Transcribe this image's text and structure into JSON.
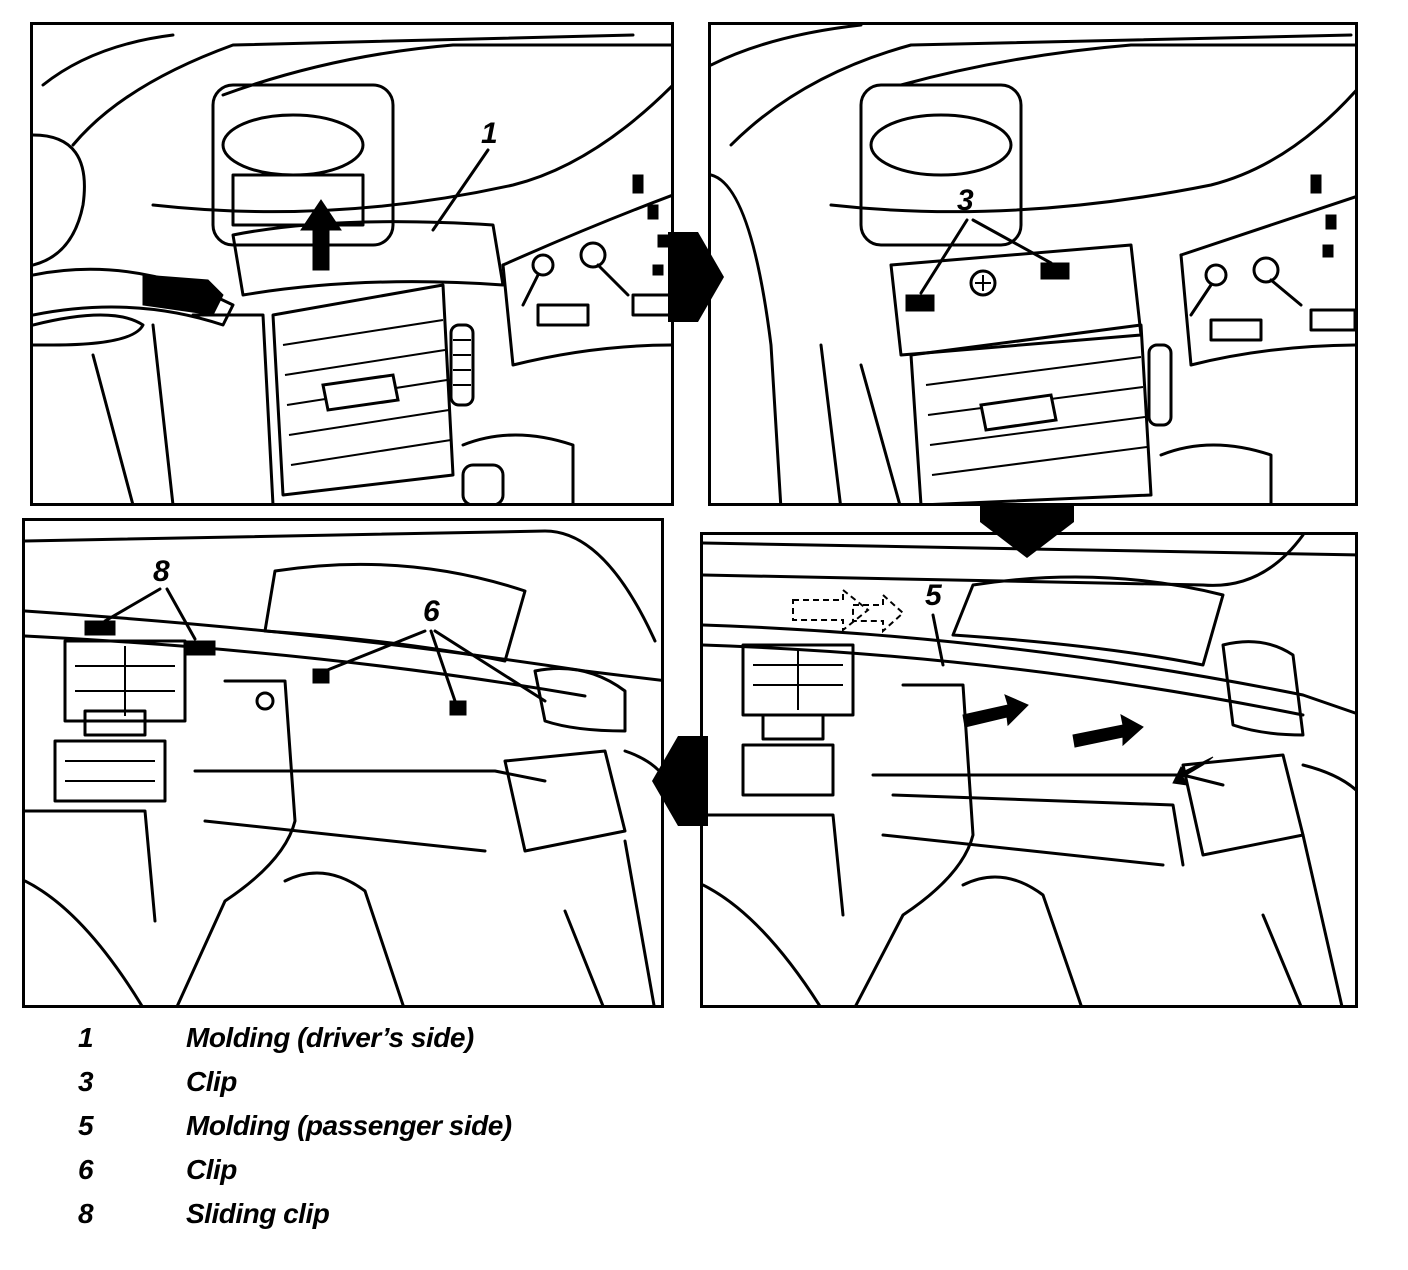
{
  "callouts": {
    "panel1": "1",
    "panel2": "3",
    "panel3": "5",
    "panel4": "6",
    "panel4b": "8"
  },
  "legend": [
    {
      "num": "1",
      "text": "Molding (driver’s side)"
    },
    {
      "num": "3",
      "text": "Clip"
    },
    {
      "num": "5",
      "text": "Molding (passenger side)"
    },
    {
      "num": "6",
      "text": "Clip"
    },
    {
      "num": "8",
      "text": "Sliding clip"
    }
  ]
}
